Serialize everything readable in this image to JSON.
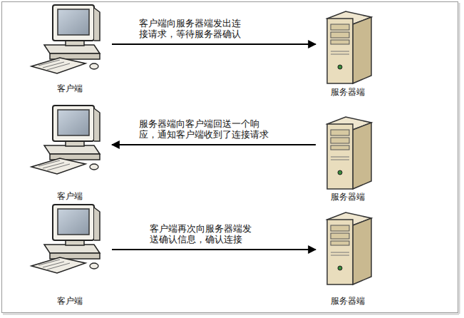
{
  "diagram": {
    "nodes": [
      {
        "text": [
          "客户端"
        ]
      },
      {
        "text": [
          "服务器端"
        ]
      },
      {
        "text": [
          "客户端"
        ]
      },
      {
        "text": [
          "服务器端"
        ]
      },
      {
        "text": [
          "客户端"
        ]
      },
      {
        "text": [
          "服务器端"
        ]
      }
    ],
    "edges": [
      {
        "from": 0,
        "to": 1,
        "arrow": "to",
        "label": "客户端向服务器端发出连接请求，等待服务器确认"
      },
      {
        "from": 3,
        "to": 2,
        "arrow": "to",
        "label": "服务器端向客户端回送一个响应，通知客户端收到了连接请求"
      },
      {
        "from": 4,
        "to": 5,
        "arrow": "to",
        "label": "客户端再次向服务器端发送确认信息，确认连接"
      }
    ]
  }
}
